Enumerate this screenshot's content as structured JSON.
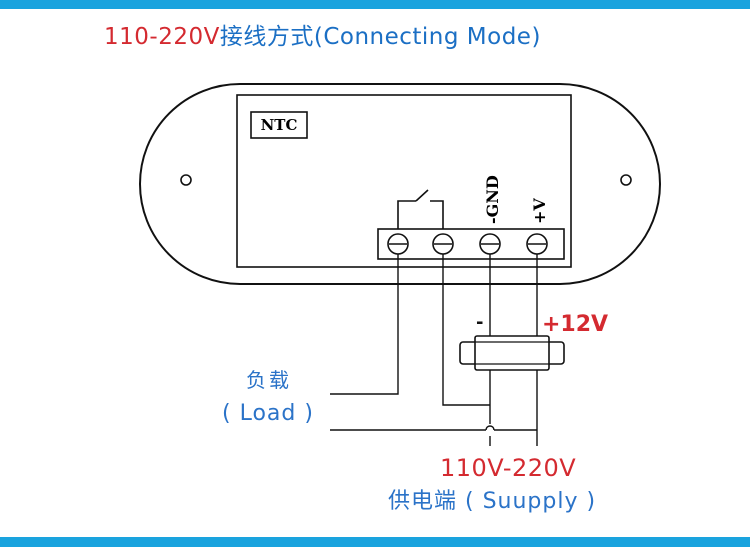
{
  "title": {
    "voltage": "110-220V",
    "method_cn": "接线方式",
    "mode_en": "(Connecting Mode)"
  },
  "device": {
    "ntc_label": "NTC",
    "pin_gnd": "-GND",
    "pin_v": "+V"
  },
  "dc_supply": {
    "minus": "-",
    "plus": "+12V"
  },
  "load": {
    "label_cn": "负载",
    "label_en": "( Load )"
  },
  "supply": {
    "voltage": "110V-220V",
    "label": "供电端 ( Suupply )"
  },
  "colors": {
    "red": "#d42a30",
    "blue": "#2b73c8",
    "bar": "#1aa3de"
  }
}
